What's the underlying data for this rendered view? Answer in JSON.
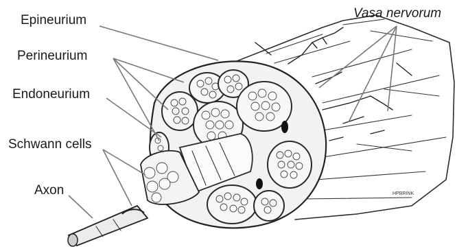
{
  "labels": {
    "epineurium": "Epineurium",
    "perineurium": "Perineurium",
    "endoneurium": "Endoneurium",
    "schwann_cells": "Schwann cells",
    "axon": "Axon",
    "vasa_nervorum": "Vasa nervorum"
  },
  "signature": "HPBRINK"
}
